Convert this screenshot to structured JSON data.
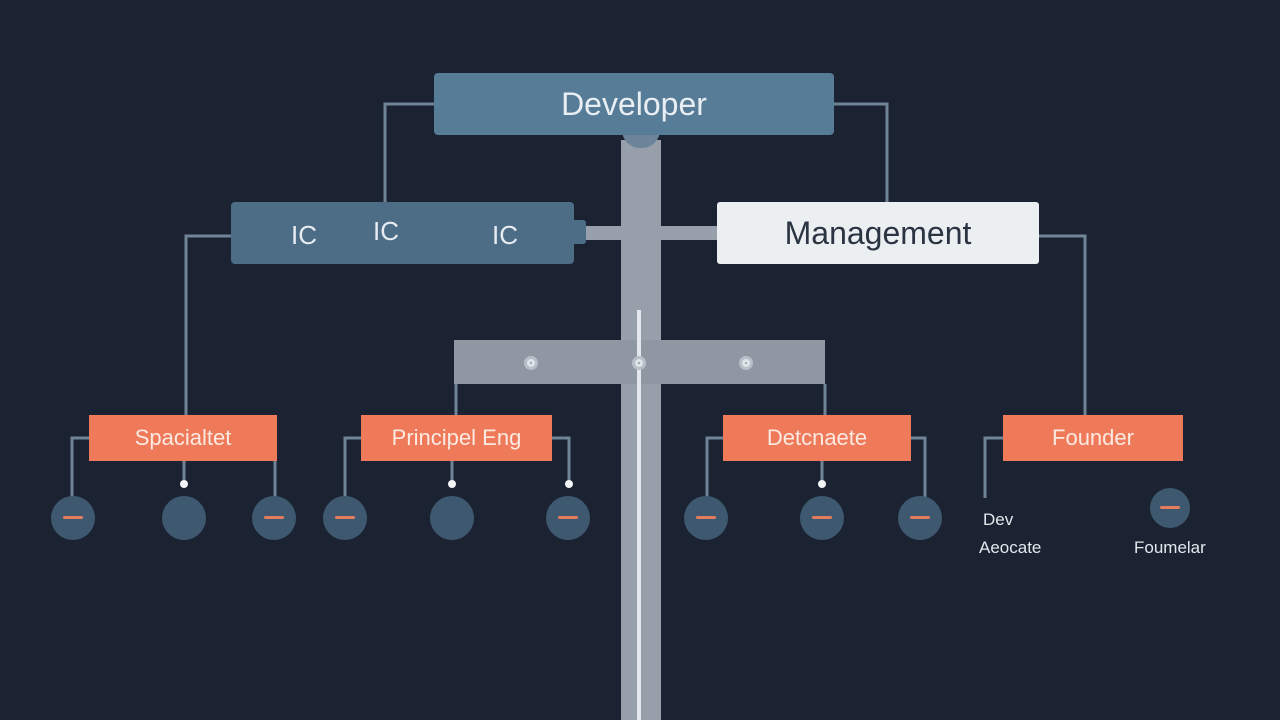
{
  "diagram": {
    "root": {
      "label": "Developer"
    },
    "ic_track": {
      "labels": [
        "IC",
        "IC",
        "IC"
      ]
    },
    "management": {
      "label": "Management"
    },
    "roles": [
      {
        "label": "Spacialtet"
      },
      {
        "label": "Principel Eng"
      },
      {
        "label": "Detcnaete"
      },
      {
        "label": "Founder"
      }
    ],
    "notes": {
      "dev": "Dev",
      "associate": "Aeocate",
      "founder_node": "Foumelar"
    }
  },
  "colors": {
    "background": "#1b2232",
    "root_fill": "#567c98",
    "ic_fill": "#4d6c86",
    "management_fill": "#eceff2",
    "role_fill": "#ef7a5a",
    "leaf_fill": "#3e5870",
    "connector": "#6f8497"
  }
}
